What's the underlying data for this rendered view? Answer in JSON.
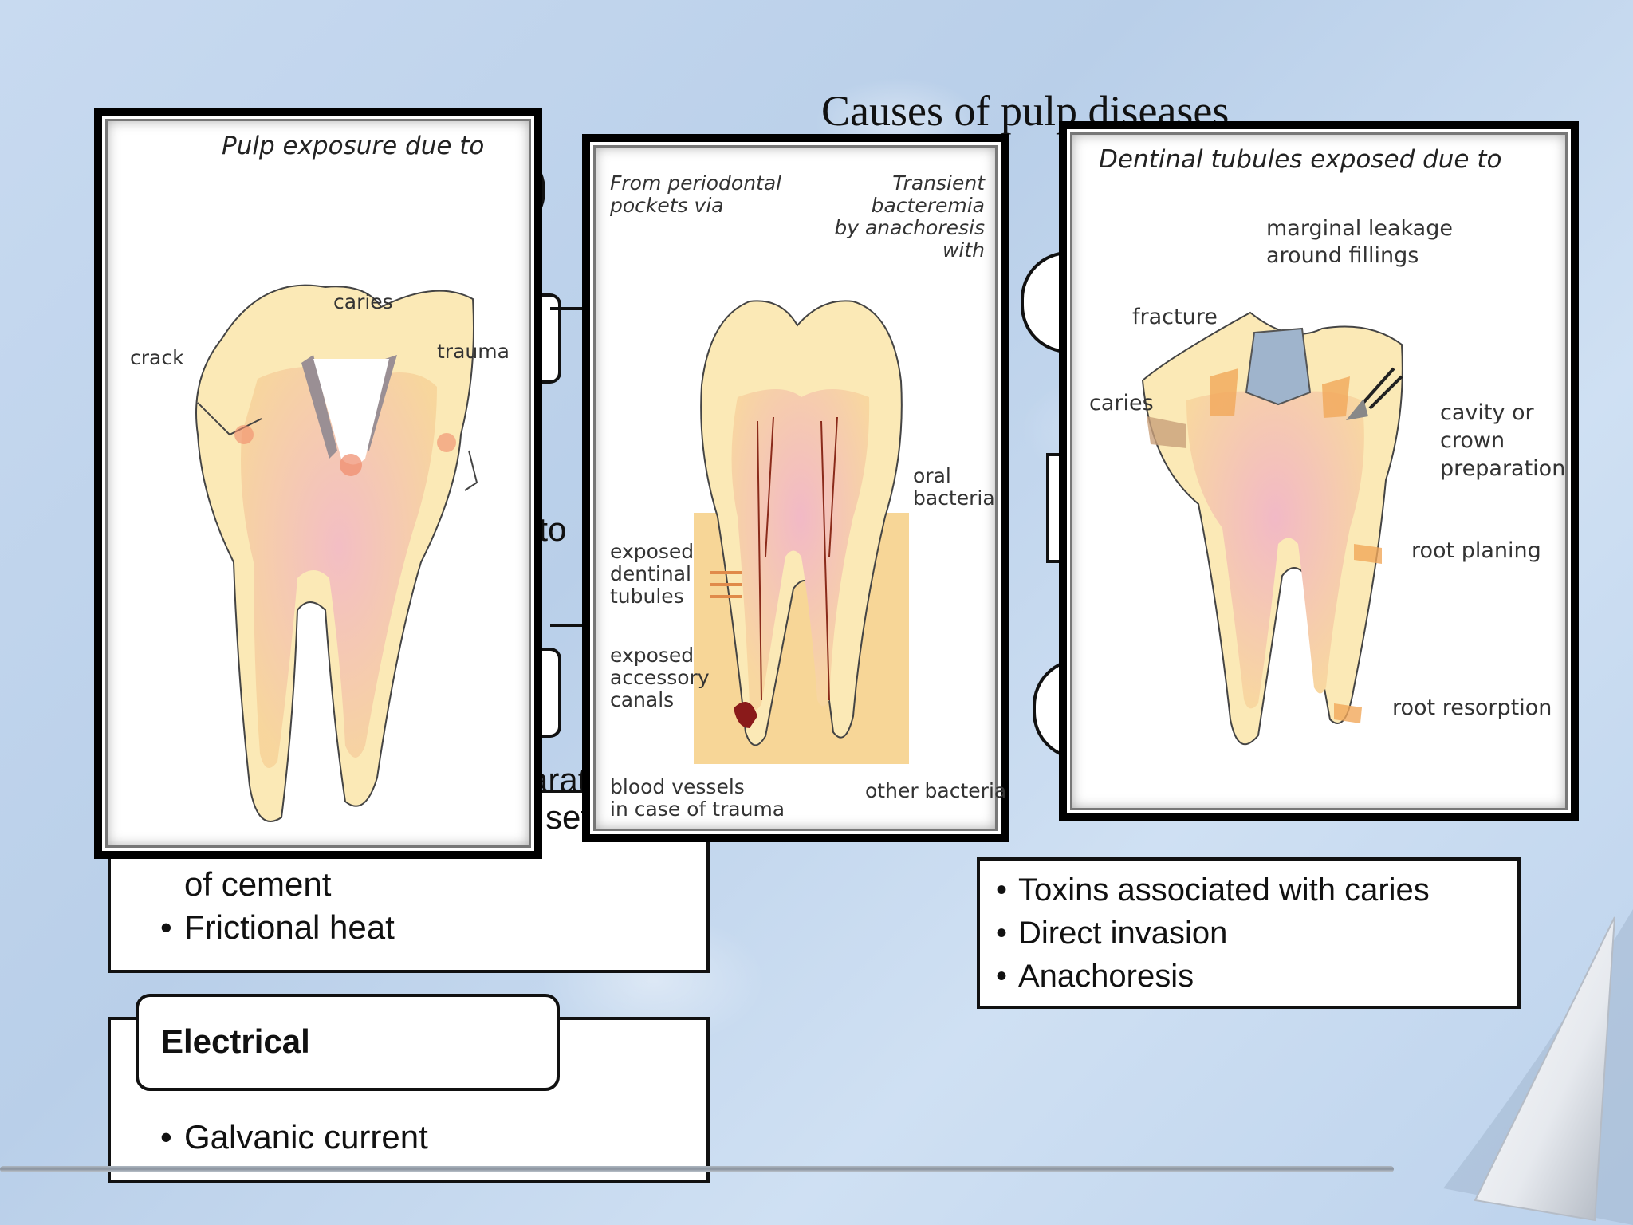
{
  "slide": {
    "title": "Causes of pulp diseases"
  },
  "boxes": {
    "thermal": {
      "items": [
        "of cement",
        "Frictional heat"
      ],
      "partial_a": "arat",
      "partial_b": "setting",
      "partial_c": "f to"
    },
    "electrical": {
      "heading": "Electrical",
      "items": [
        "Galvanic current"
      ]
    },
    "bacterial": {
      "items": [
        "Toxins associated with caries",
        "Direct invasion",
        "Anachoresis"
      ]
    }
  },
  "figure1": {
    "header": "Pulp exposure due to",
    "labels": {
      "caries": "caries",
      "crack": "crack",
      "trauma": "trauma"
    }
  },
  "figure2": {
    "header_left": "From periodontal pockets via",
    "header_left_1": "From periodontal",
    "header_left_2": "pockets via",
    "header_right_1": "Transient",
    "header_right_2": "bacteremia",
    "header_right_3": "by anachoresis",
    "header_right_4": "with",
    "labels": {
      "oral_bacteria_1": "oral",
      "oral_bacteria_2": "bacteria",
      "tubules_1": "exposed",
      "tubules_2": "dentinal",
      "tubules_3": "tubules",
      "canals_1": "exposed",
      "canals_2": "accessory",
      "canals_3": "canals",
      "blood_1": "blood vessels",
      "blood_2": "in case of trauma",
      "other_bacteria": "other bacteria"
    }
  },
  "figure3": {
    "header": "Dentinal tubules exposed due to",
    "labels": {
      "leak_1": "marginal leakage",
      "leak_2": "around fillings",
      "fracture": "fracture",
      "caries": "caries",
      "prep_1": "cavity or",
      "prep_2": "crown",
      "prep_3": "preparation",
      "planing": "root planing",
      "resorption": "root resorption"
    }
  }
}
